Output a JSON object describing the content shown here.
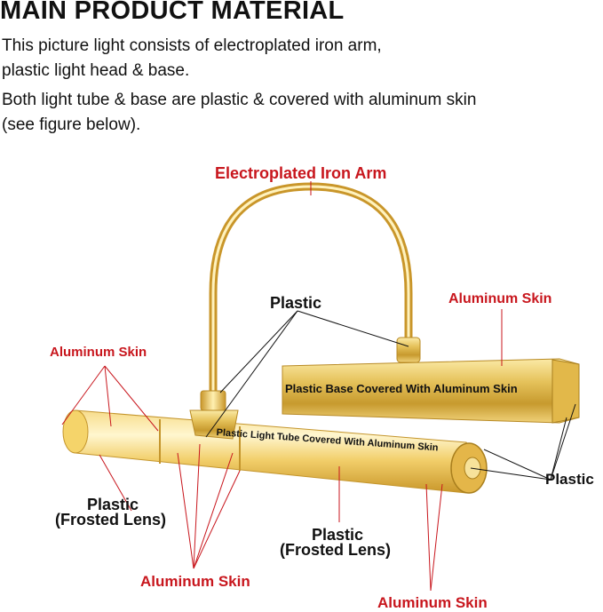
{
  "heading": "MAIN PRODUCT MATERIAL",
  "paragraph1": [
    "This picture light consists of electroplated iron arm,",
    "plastic light head & base."
  ],
  "paragraph2": [
    "Both light tube & base are plastic & covered with aluminum skin",
    "(see figure below)."
  ],
  "labels": {
    "electroplated_arm": "Electroplated Iron Arm",
    "plastic_top": "Plastic",
    "aluminum_skin_base": "Aluminum Skin",
    "aluminum_skin_left": "Aluminum Skin",
    "plastic_base_text": "Plastic Base Covered With Aluminum Skin",
    "light_tube_text": "Plastic Light Tube Covered With Aluminum Skin",
    "plastic_right": "Plastic",
    "frosted_left_1": "Plastic",
    "frosted_left_2": "(Frosted Lens)",
    "frosted_mid_1": "Plastic",
    "frosted_mid_2": "(Frosted Lens)",
    "aluminum_skin_bottom_left": "Aluminum Skin",
    "aluminum_skin_bottom_right": "Aluminum Skin"
  },
  "colors": {
    "label_red": "#c8161d",
    "brass": "#d9b34a"
  }
}
